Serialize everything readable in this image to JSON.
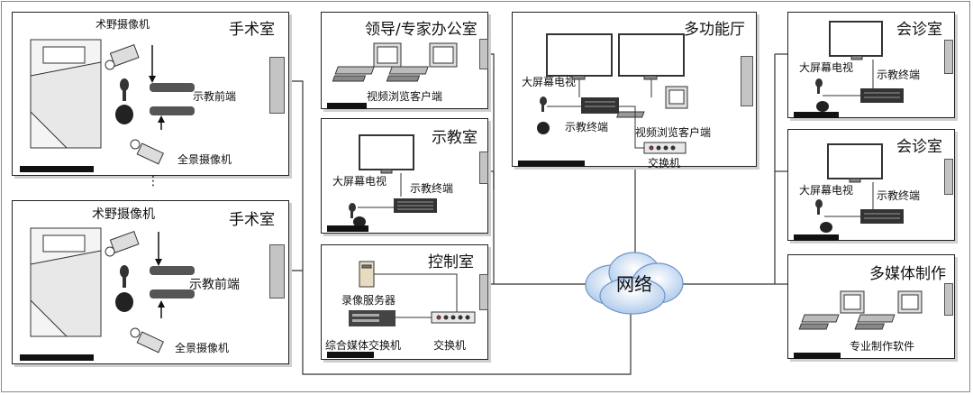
{
  "rooms": {
    "or1": {
      "title": "手术室",
      "field_camera": "术野摄像机",
      "front_end": "示教前端",
      "pan_camera": "全景摄像机"
    },
    "or2": {
      "title": "手术室",
      "field_camera": "术野摄像机",
      "front_end": "示教前端",
      "pan_camera": "全景摄像机"
    },
    "leader": {
      "title": "领导/专家办公室",
      "client": "视频浏览客户端"
    },
    "teaching": {
      "title": "示教室",
      "tv": "大屏幕电视",
      "terminal": "示教终端"
    },
    "control": {
      "title": "控制室",
      "server": "录像服务器",
      "media_switch": "综合媒体交换机",
      "switch": "交换机"
    },
    "hall": {
      "title": "多功能厅",
      "tv": "大屏幕电视",
      "terminal": "示教终端",
      "client": "视频浏览客户端",
      "switch": "交换机"
    },
    "consult1": {
      "title": "会诊室",
      "tv": "大屏幕电视",
      "terminal": "示教终端"
    },
    "consult2": {
      "title": "会诊室",
      "tv": "大屏幕电视",
      "terminal": "示教终端"
    },
    "multimedia": {
      "title": "多媒体制作",
      "software": "专业制作软件"
    }
  },
  "network": {
    "label": "网络"
  },
  "ellipsis": "⋮"
}
